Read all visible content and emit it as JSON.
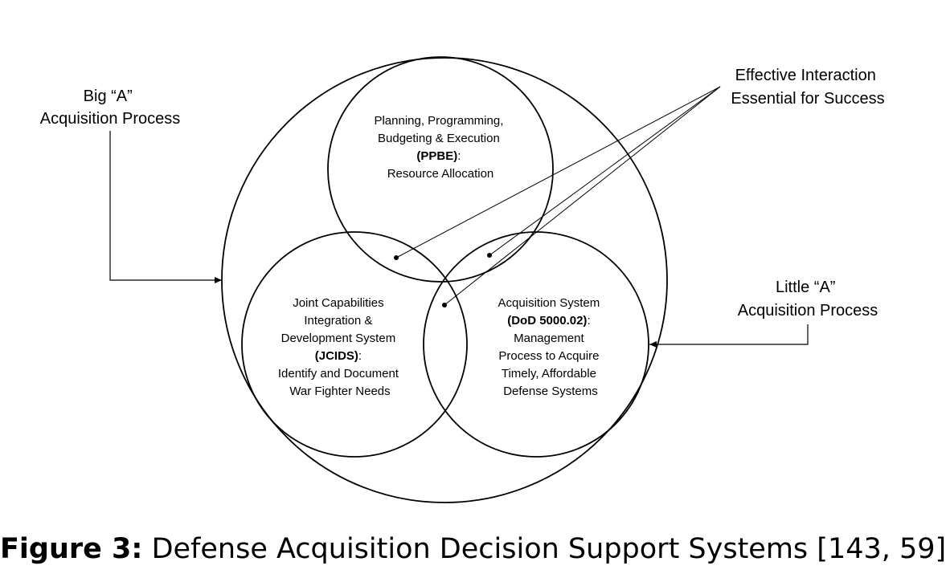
{
  "labels": {
    "big_a": [
      "Big “A”",
      "Acquisition Process"
    ],
    "little_a": [
      "Little “A”",
      "Acquisition Process"
    ],
    "effective": [
      "Effective Interaction",
      "Essential for Success"
    ]
  },
  "circles": {
    "ppbe": {
      "lines": [
        "Planning, Programming,",
        "Budgeting & Execution"
      ],
      "acronym": "(PPBE)",
      "acronym_suffix": ":",
      "description": "Resource Allocation"
    },
    "jcids": {
      "lines": [
        "Joint Capabilities",
        "Integration &",
        "Development System"
      ],
      "acronym": "(JCIDS)",
      "acronym_suffix": ":",
      "description_lines": [
        "Identify and Document",
        "War Fighter Needs"
      ]
    },
    "acq": {
      "title": "Acquisition System",
      "acronym": "(DoD 5000.02)",
      "acronym_suffix": ":",
      "description_lines": [
        "Management",
        "Process to Acquire",
        "Timely, Affordable",
        "Defense Systems"
      ]
    }
  },
  "caption": {
    "label": "Figure 3:",
    "text": "Defense Acquisition Decision Support Systems [143, 59]"
  }
}
